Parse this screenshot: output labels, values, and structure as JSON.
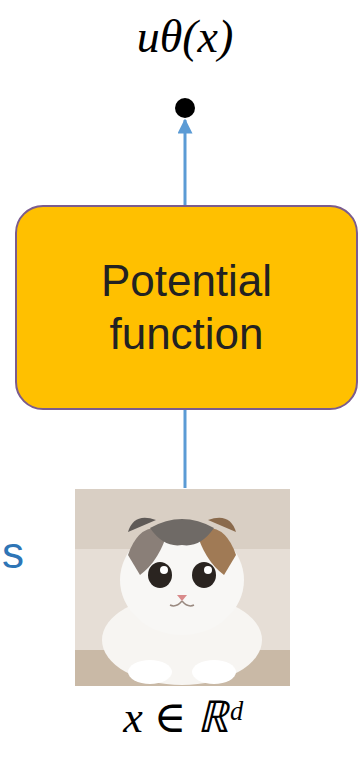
{
  "diagram": {
    "nodes": [
      {
        "text": [
          "uθ(x)"
        ]
      },
      {
        "text": [
          "Potential function"
        ]
      },
      {
        "text": [
          "x ∈ ℝᵈ"
        ]
      }
    ],
    "edges": [
      {
        "from": 1,
        "to": 0,
        "arrow": "to"
      },
      {
        "from": 2,
        "to": 1,
        "arrow": "none"
      }
    ],
    "labels": [
      "s"
    ]
  }
}
